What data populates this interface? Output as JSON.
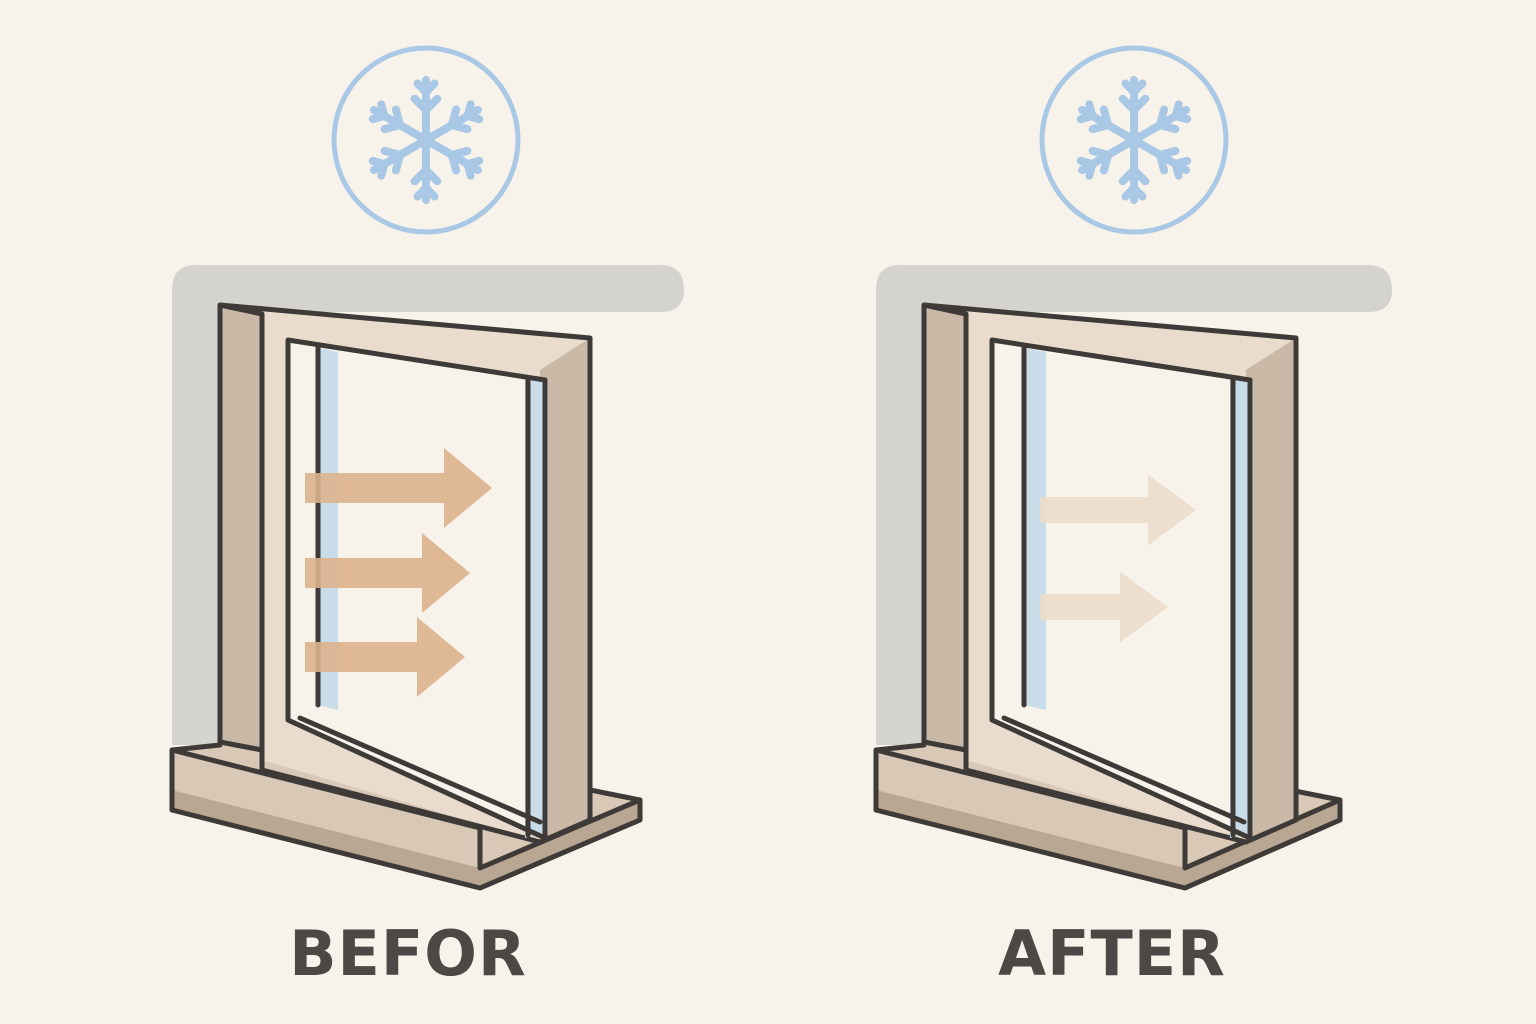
{
  "panels": [
    {
      "label": "BEFOR",
      "icon": "snowflake-icon",
      "arrow_count": 3,
      "arrow_strength": "strong"
    },
    {
      "label": "AFTER",
      "icon": "snowflake-icon",
      "arrow_count": 2,
      "arrow_strength": "faint"
    }
  ],
  "colors": {
    "background": "#f7f2ea",
    "outline": "#3d3a38",
    "frame": "#e9dccd",
    "frame_shadow": "#c9b9a6",
    "sill": "#d8c8b5",
    "sill_edge": "#b9a793",
    "wall_shadow": "#d5d3d0",
    "glass_edge": "#c9dcea",
    "snowflake": "#a9c8e6",
    "arrow_strong": "#dcb38d",
    "arrow_faint": "#ecdcca",
    "caption": "#4b4845"
  }
}
